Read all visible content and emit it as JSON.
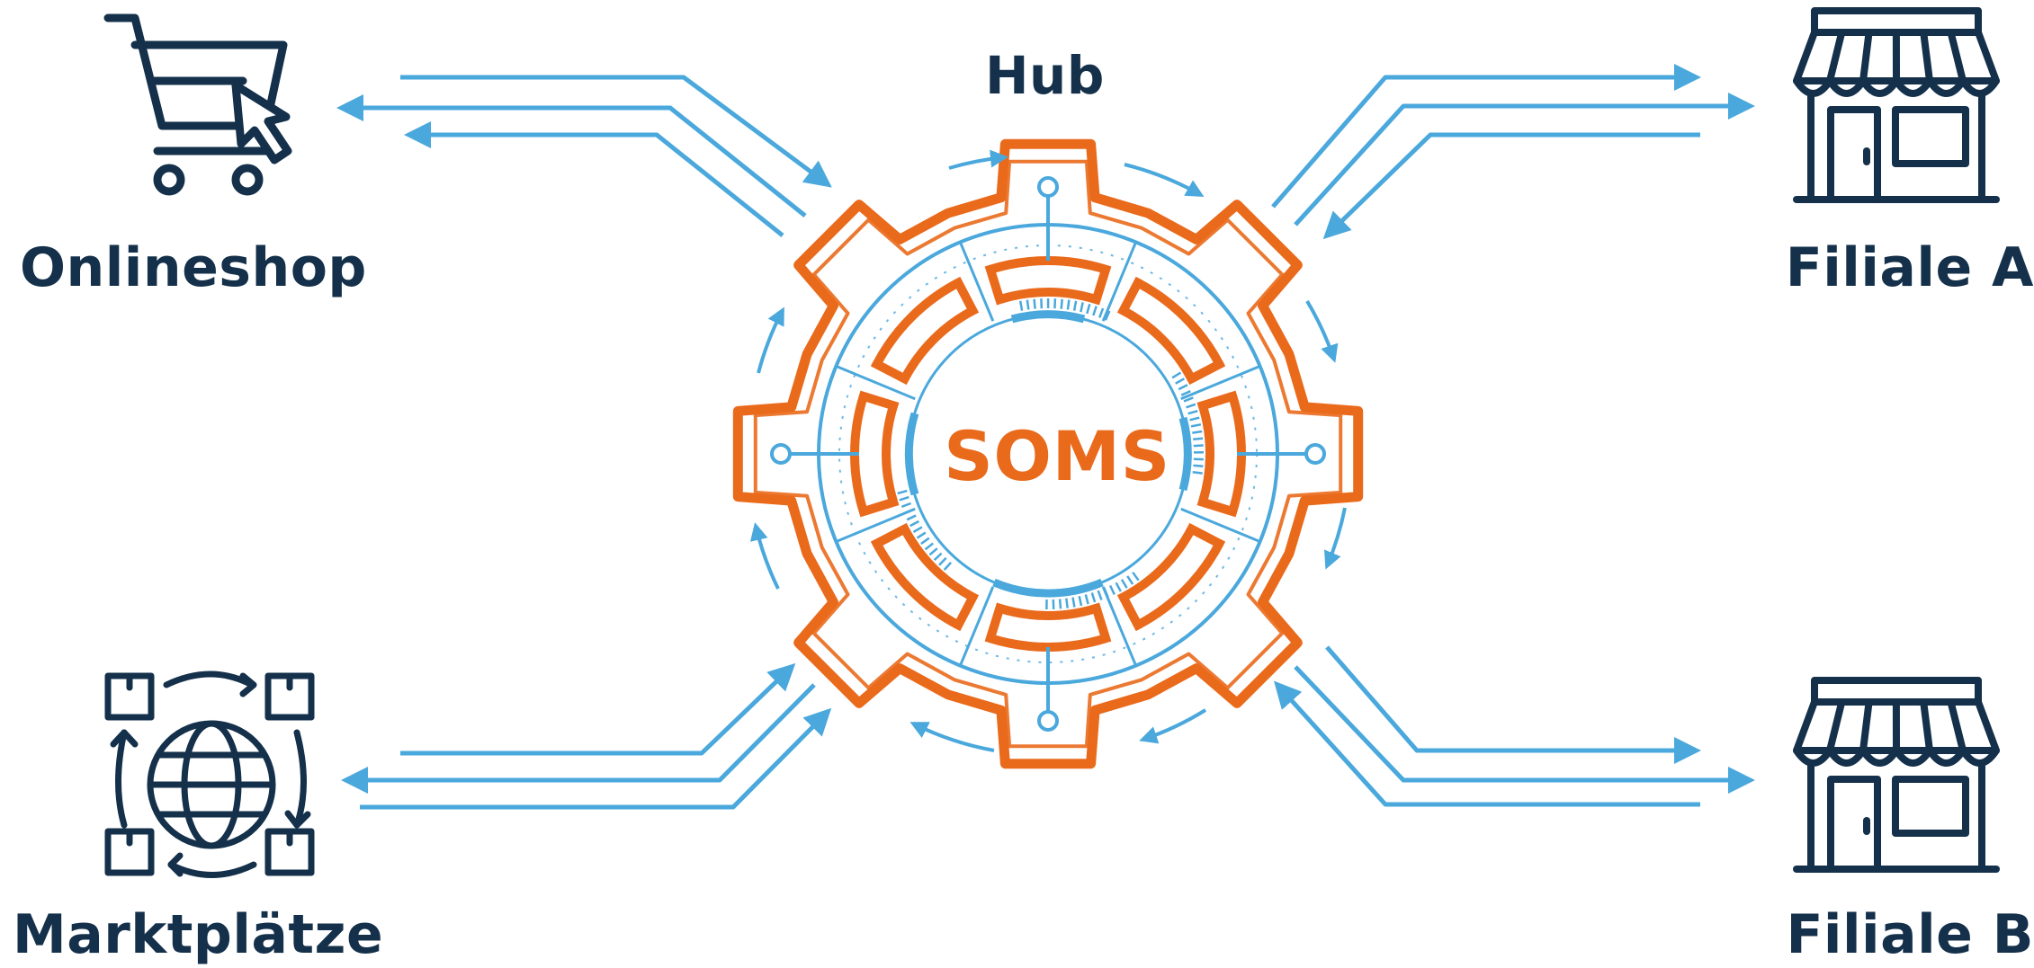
{
  "hub": {
    "title": "Hub",
    "core_label": "SOMS"
  },
  "nodes": {
    "onlineshop": {
      "label": "Onlineshop",
      "icon": "shopping-cart-icon"
    },
    "marktplaetze": {
      "label": "Marktplätze",
      "icon": "globe-exchange-icon"
    },
    "filiale_a": {
      "label": "Filiale A",
      "icon": "storefront-icon"
    },
    "filiale_b": {
      "label": "Filiale B",
      "icon": "storefront-icon"
    }
  },
  "colors": {
    "navy": "#14304a",
    "orange": "#ea6a1c",
    "blue": "#4aa8dc"
  }
}
